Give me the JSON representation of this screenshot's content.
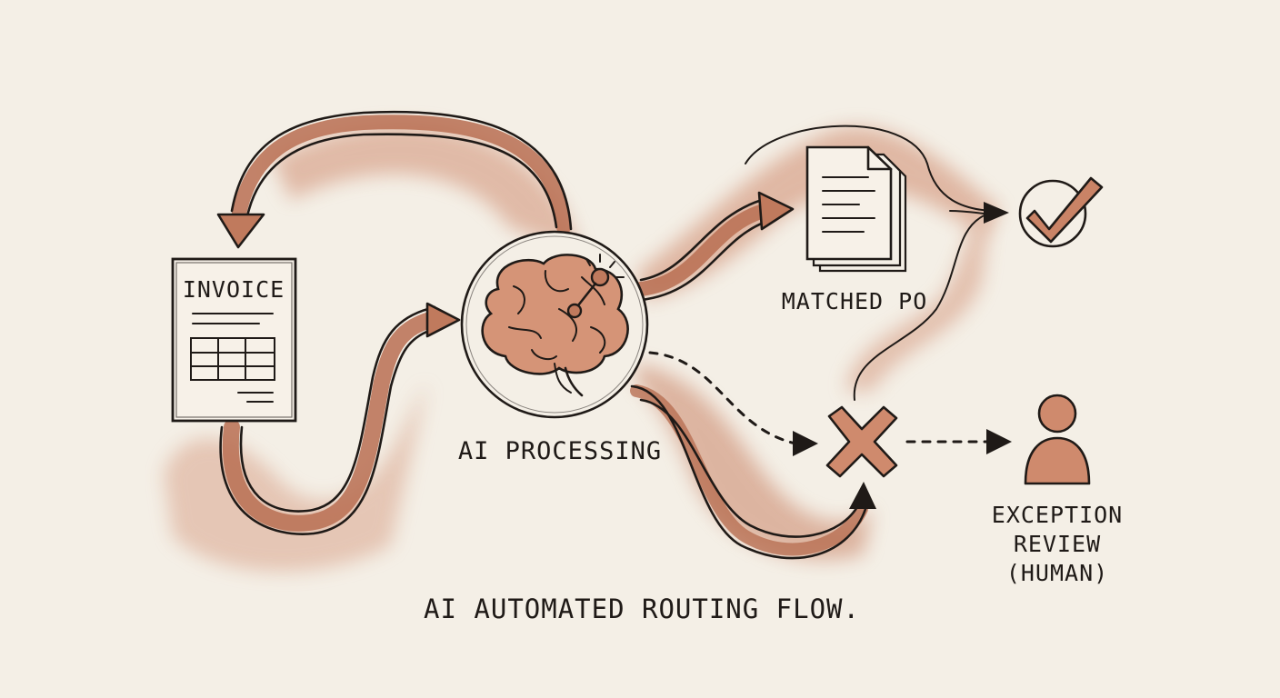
{
  "diagram": {
    "nodes": {
      "invoice": {
        "label": "INVOICE",
        "icon": "invoice-document-icon"
      },
      "ai": {
        "label": "AI PROCESSING",
        "icon": "brain-icon"
      },
      "matched": {
        "label": "MATCHED PO",
        "icon": "stacked-documents-icon"
      },
      "approved": {
        "icon": "checkmark-circle-icon"
      },
      "exception": {
        "icon": "x-mark-icon"
      },
      "review": {
        "label_lines": [
          "EXCEPTION",
          "REVIEW",
          "(HUMAN)"
        ],
        "icon": "person-icon"
      }
    },
    "caption": "AI AUTOMATED ROUTING FLOW.",
    "colors": {
      "paper": "#f4efe6",
      "ink": "#1f1a17",
      "wash": "#c98366",
      "wash_dark": "#b5694c",
      "wash_light": "#e7c1ae"
    }
  }
}
